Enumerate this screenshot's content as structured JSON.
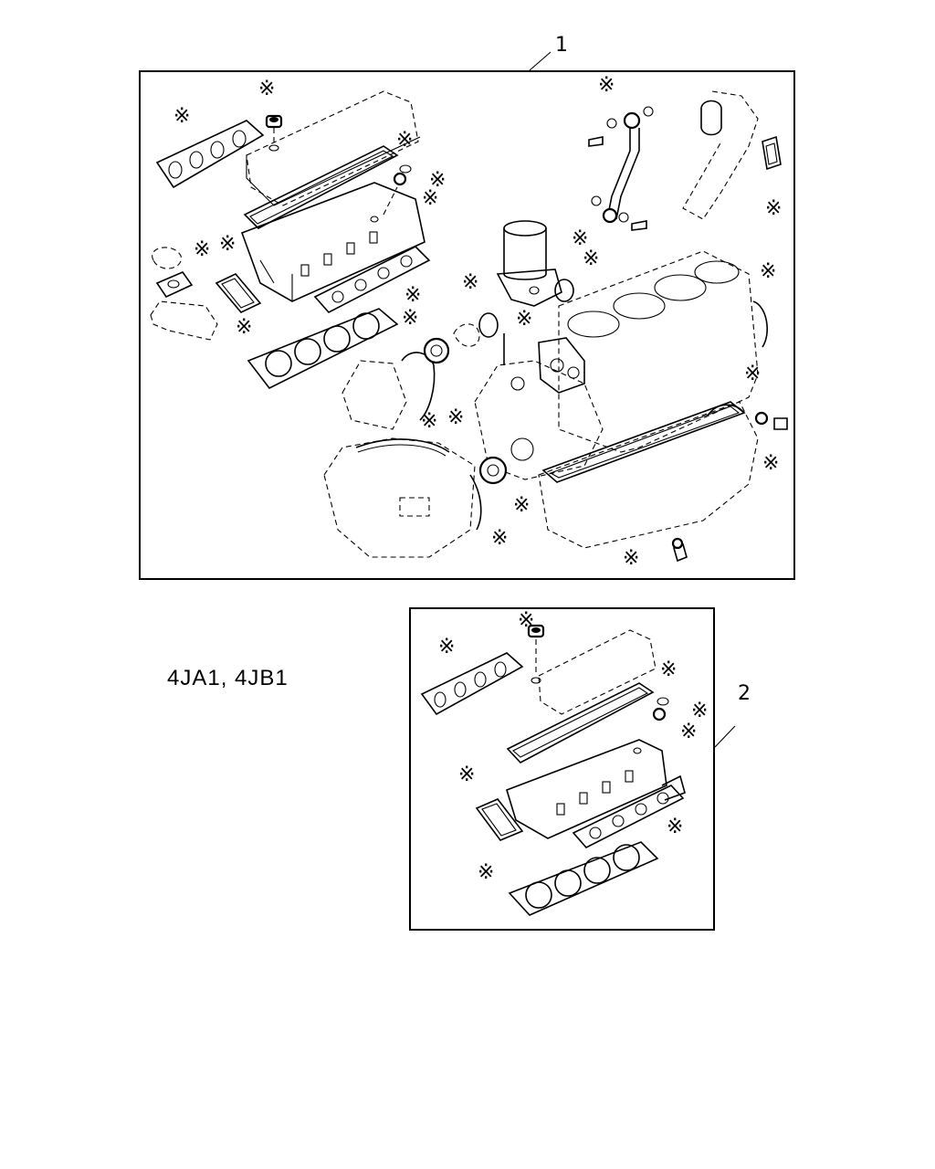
{
  "callouts": {
    "kit_1": "1",
    "kit_2": "2"
  },
  "model_label": "4JA1, 4JB1",
  "asterisk": "※",
  "colors": {
    "ink": "#000000",
    "background": "#ffffff"
  }
}
